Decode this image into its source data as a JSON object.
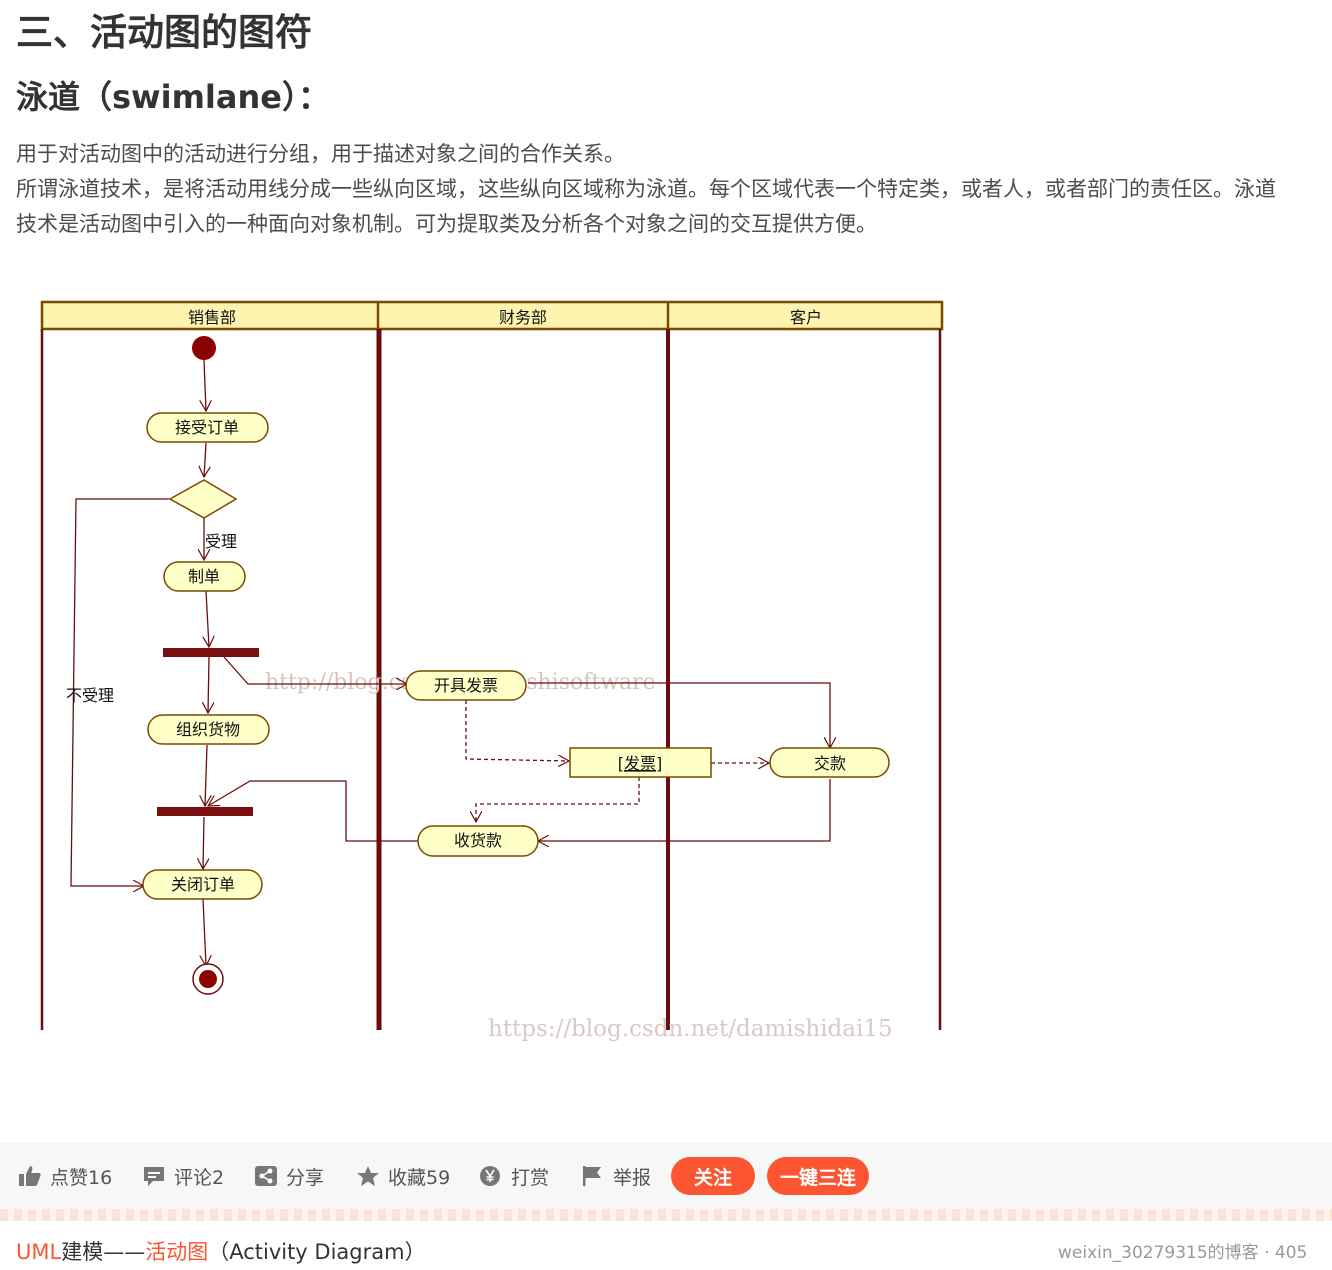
{
  "article": {
    "heading": "三、活动图的图符",
    "subheading": "泳道（swimlane）：",
    "paragraphs": [
      "用于对活动图中的活动进行分组，用于描述对象之间的合作关系。",
      "所谓泳道技术，是将活动用线分成一些纵向区域，这些纵向区域称为泳道。每个区域代表一个特定类，或者人，或者部门的责任区。泳道",
      "技术是活动图中引入的一种面向对象机制。可为提取类及分析各个对象之间的交互提供方便。"
    ]
  },
  "diagram": {
    "lanes": [
      "销售部",
      "财务部",
      "客户"
    ],
    "activities": {
      "accept_order": "接受订单",
      "make_order": "制单",
      "issue_invoice": "开具发票",
      "organize_goods": "组织货物",
      "close_order": "关闭订单",
      "invoice_object": "[发票]",
      "pay": "交款",
      "receive_payment": "收货款"
    },
    "guards": {
      "accept": "受理",
      "reject": "不受理"
    },
    "watermarks": [
      "http://blog.csdn.net/qiushisoftware",
      "https://blog.csdn.net/damishidai15"
    ],
    "colors": {
      "header_fill": "#fff3b0",
      "lane_line": "#6b0d0d",
      "activity_fill": "#ffffc8",
      "bar": "#7a0f0f",
      "node": "#8b0000"
    }
  },
  "toolbar": {
    "items": [
      {
        "icon": "thumbs-up-icon",
        "label": "点赞16"
      },
      {
        "icon": "comment-icon",
        "label": "评论2"
      },
      {
        "icon": "share-icon",
        "label": "分享"
      },
      {
        "icon": "star-icon",
        "label": "收藏59"
      },
      {
        "icon": "yen-icon",
        "label": "打赏"
      },
      {
        "icon": "flag-icon",
        "label": "举报"
      }
    ],
    "follow_label": "关注",
    "triple_label": "一键三连",
    "accent_color": "#fc5531"
  },
  "related": {
    "hl1": "UML",
    "t1": "建模——",
    "hl2": "活动图",
    "t2": "（Activity Diagram）",
    "meta": "weixin_30279315的博客 · 405"
  }
}
